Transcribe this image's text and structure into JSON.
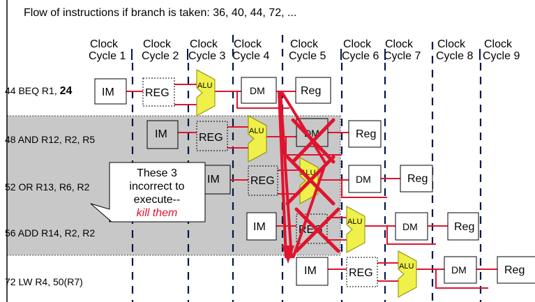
{
  "header": {
    "text": "Flow of instructions if branch is taken:   36, 40, 44, 72, ..."
  },
  "clocks": [
    {
      "line1": "Clock",
      "line2": "Cycle 1"
    },
    {
      "line1": "Clock",
      "line2": "Cycle 2"
    },
    {
      "line1": "Clock",
      "line2": "Cycle 3"
    },
    {
      "line1": "Clock",
      "line2": "Cycle 4"
    },
    {
      "line1": "Clock",
      "line2": "Cycle 5"
    },
    {
      "line1": "Clock",
      "line2": "Cycle 6"
    },
    {
      "line1": "Clock",
      "line2": "Cycle 7"
    },
    {
      "line1": "Clock",
      "line2": "Cycle 8"
    },
    {
      "line1": "Clock",
      "line2": "Cycle 9"
    }
  ],
  "instructions": [
    {
      "pre": "44 BEQ R1, ",
      "bold": "24",
      "post": ""
    },
    {
      "pre": "48 AND  R12, R2, R5",
      "bold": "",
      "post": ""
    },
    {
      "pre": "52 OR  R13, R6, R2",
      "bold": "",
      "post": ""
    },
    {
      "pre": "56 ADD R14, R2, R2",
      "bold": "",
      "post": ""
    },
    {
      "pre": "72 LW  R4, 50(R7)",
      "bold": "",
      "post": ""
    }
  ],
  "stages": {
    "im": "IM",
    "reg": "REG",
    "alu": "ALU",
    "dm": "DM",
    "wb": "Reg"
  },
  "callout": {
    "line1": "These 3",
    "line2": "incorrect to",
    "line3": "execute--",
    "line4": "kill them"
  },
  "colors": {
    "wire": "#e0142f",
    "alu": "#f0f04a",
    "shade": "#c8c8c8",
    "cycle_line": "#00154a",
    "kill_text": "#e0142f"
  }
}
